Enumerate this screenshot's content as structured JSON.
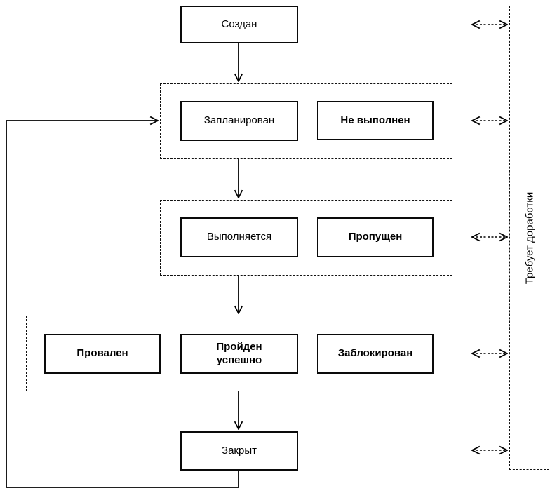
{
  "diagram": {
    "type": "state-flow-diagram",
    "nodes": {
      "created": "Создан",
      "planned": "Запланирован",
      "not_executed": "Не выполнен",
      "executing": "Выполняется",
      "skipped": "Пропущен",
      "failed": "Провален",
      "passed": "Пройден успешно",
      "blocked": "Заблокирован",
      "closed": "Закрыт",
      "rework": "Требует доработки"
    },
    "colors": {
      "line": "#000000",
      "box_border": "#0a0a0a",
      "box_background": "#ffffff",
      "page_background": "#ffffff"
    }
  }
}
